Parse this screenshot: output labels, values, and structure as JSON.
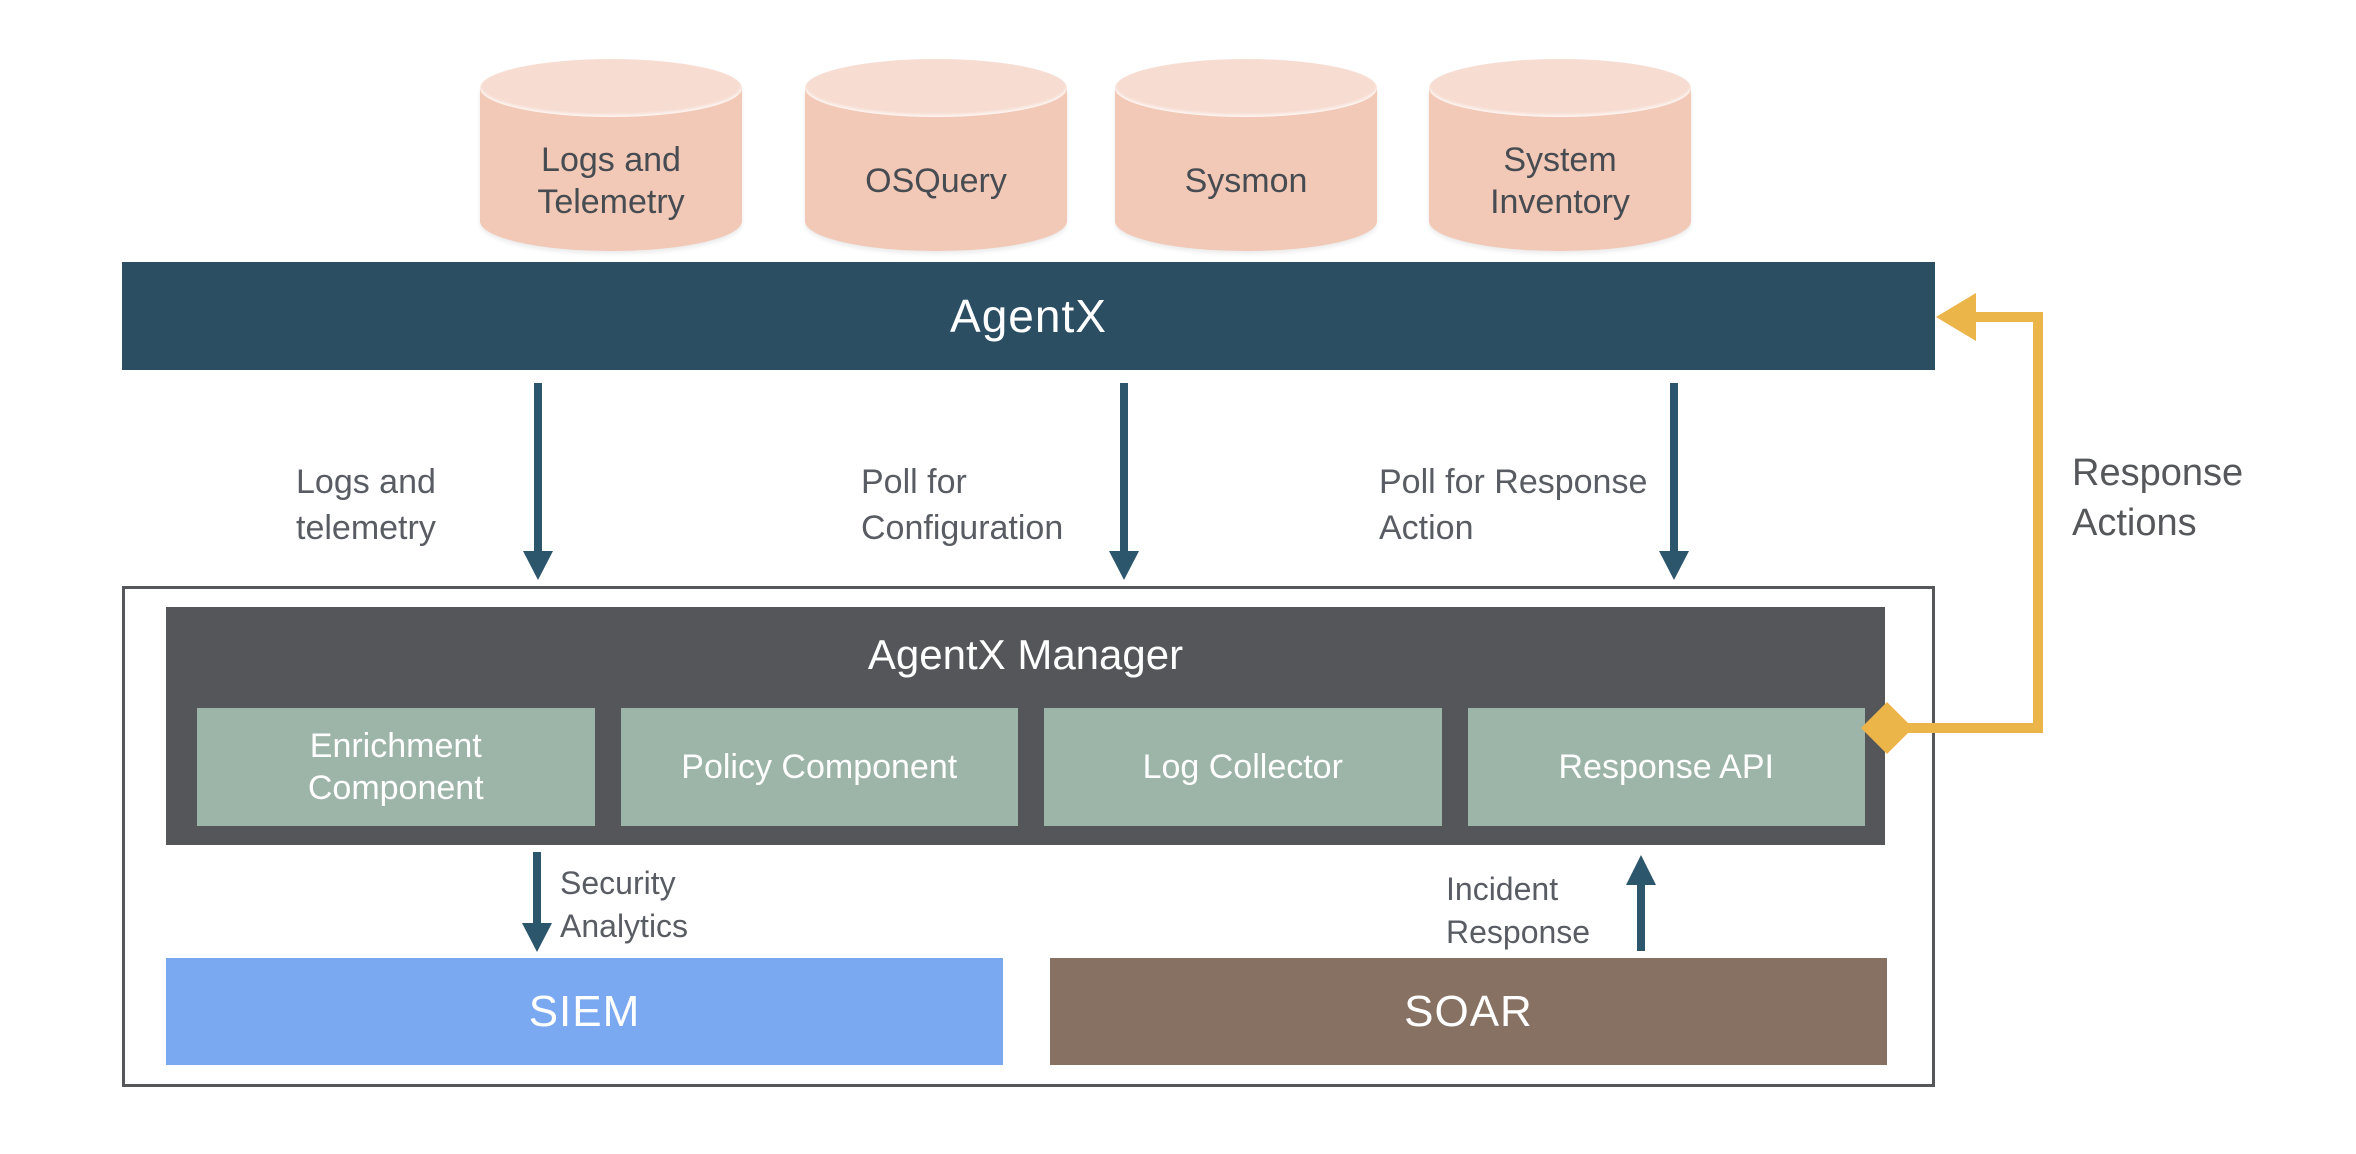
{
  "diagram": {
    "sources": [
      {
        "label": "Logs and\nTelemetry"
      },
      {
        "label": "OSQuery"
      },
      {
        "label": "Sysmon"
      },
      {
        "label": "System\nInventory"
      }
    ],
    "agent_bar": {
      "label": "AgentX"
    },
    "flow_labels": {
      "logs_telemetry": "Logs and\ntelemetry",
      "poll_configuration": "Poll for\nConfiguration",
      "poll_response_action": "Poll for Response\nAction",
      "security_analytics": "Security\nAnalytics",
      "incident_response": "Incident\nResponse",
      "response_actions": "Response\nActions"
    },
    "manager": {
      "title": "AgentX Manager",
      "components": [
        {
          "label": "Enrichment\nComponent"
        },
        {
          "label": "Policy Component"
        },
        {
          "label": "Log Collector"
        },
        {
          "label": "Response API"
        }
      ]
    },
    "integrations": [
      {
        "label": "SIEM"
      },
      {
        "label": "SOAR"
      }
    ],
    "colors": {
      "cylinder_body": "#F2C8B6",
      "cylinder_top": "#F7DCD1",
      "agent_bar_teal": "#2B4E63",
      "arrow_teal": "#2C566B",
      "manager_gray": "#54565A",
      "component_green": "#9DB5A9",
      "siem_blue": "#7AA9F2",
      "soar_brown": "#877162",
      "response_orange": "#EBB549",
      "label_gray": "#595D63"
    }
  }
}
